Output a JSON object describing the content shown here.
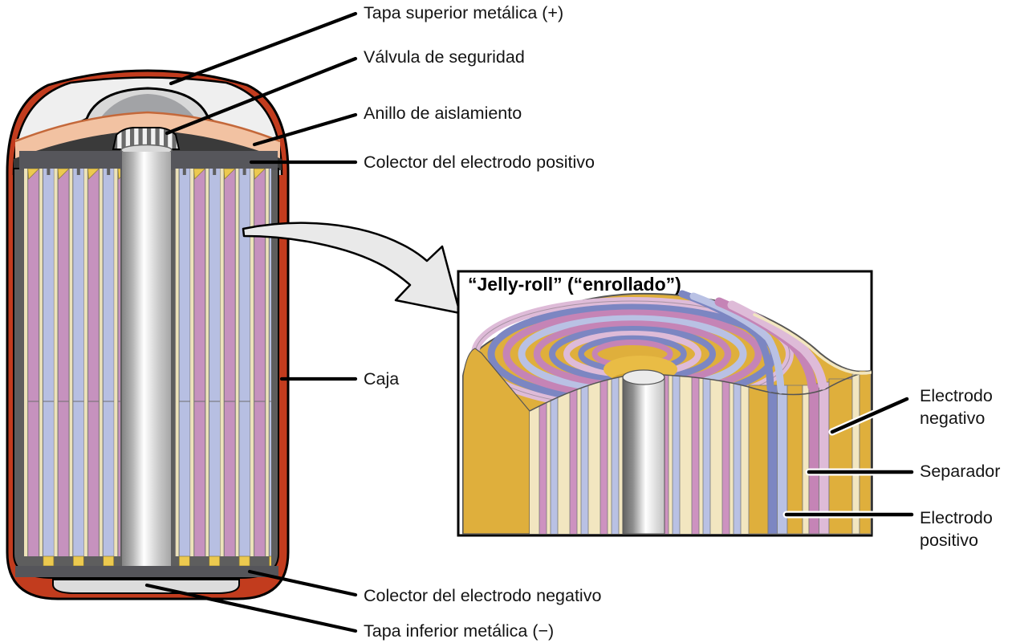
{
  "figure": {
    "type": "battery-cutaway-diagram",
    "subject": "Lithium-ion cylindrical cell cross-section with jelly-roll inset"
  },
  "battery_labels": [
    {
      "id": "tapa-superior",
      "text": "Tapa superior metálica (+)"
    },
    {
      "id": "valvula",
      "text": "Válvula de seguridad"
    },
    {
      "id": "anillo",
      "text": "Anillo de aislamiento"
    },
    {
      "id": "colector-positivo",
      "text": "Colector del electrodo positivo"
    },
    {
      "id": "caja",
      "text": "Caja"
    },
    {
      "id": "colector-negativo",
      "text": "Colector del electrodo negativo"
    },
    {
      "id": "tapa-inferior",
      "text": "Tapa inferior metálica (−)"
    }
  ],
  "inset": {
    "title": "“Jelly-roll” (“enrollado”)",
    "labels": [
      {
        "id": "electrodo-negativo",
        "text": "Electrodo negativo"
      },
      {
        "id": "separador",
        "text": "Separador"
      },
      {
        "id": "electrodo-positivo",
        "text": "Electrodo positivo"
      }
    ]
  },
  "palette": {
    "background": "#FFFFFF",
    "line_black": "#000000",
    "casing_red": "#C23C1E",
    "cap_light_gray": "#EFEFEF",
    "crown_gray": "#D8D8D8",
    "dome_gray": "#A2A3A6",
    "insulation_salmon": "#F2C2A2",
    "inner_dark": "#3A3A3A",
    "collector_gray": "#56565B",
    "interior_gray": "#5E5E5E",
    "separator_cream": "#EDE3BA",
    "electrode_pink": "#C692BE",
    "electrode_lavender": "#B7BFE2",
    "tab_yellow": "#ECC94F",
    "roll_gold": "#DFAF3C",
    "roll_cream": "#F2E6C0",
    "roll_blue": "#7C86C2",
    "roll_magenta": "#C584B6",
    "roll_light_pink": "#DEBBD8"
  }
}
